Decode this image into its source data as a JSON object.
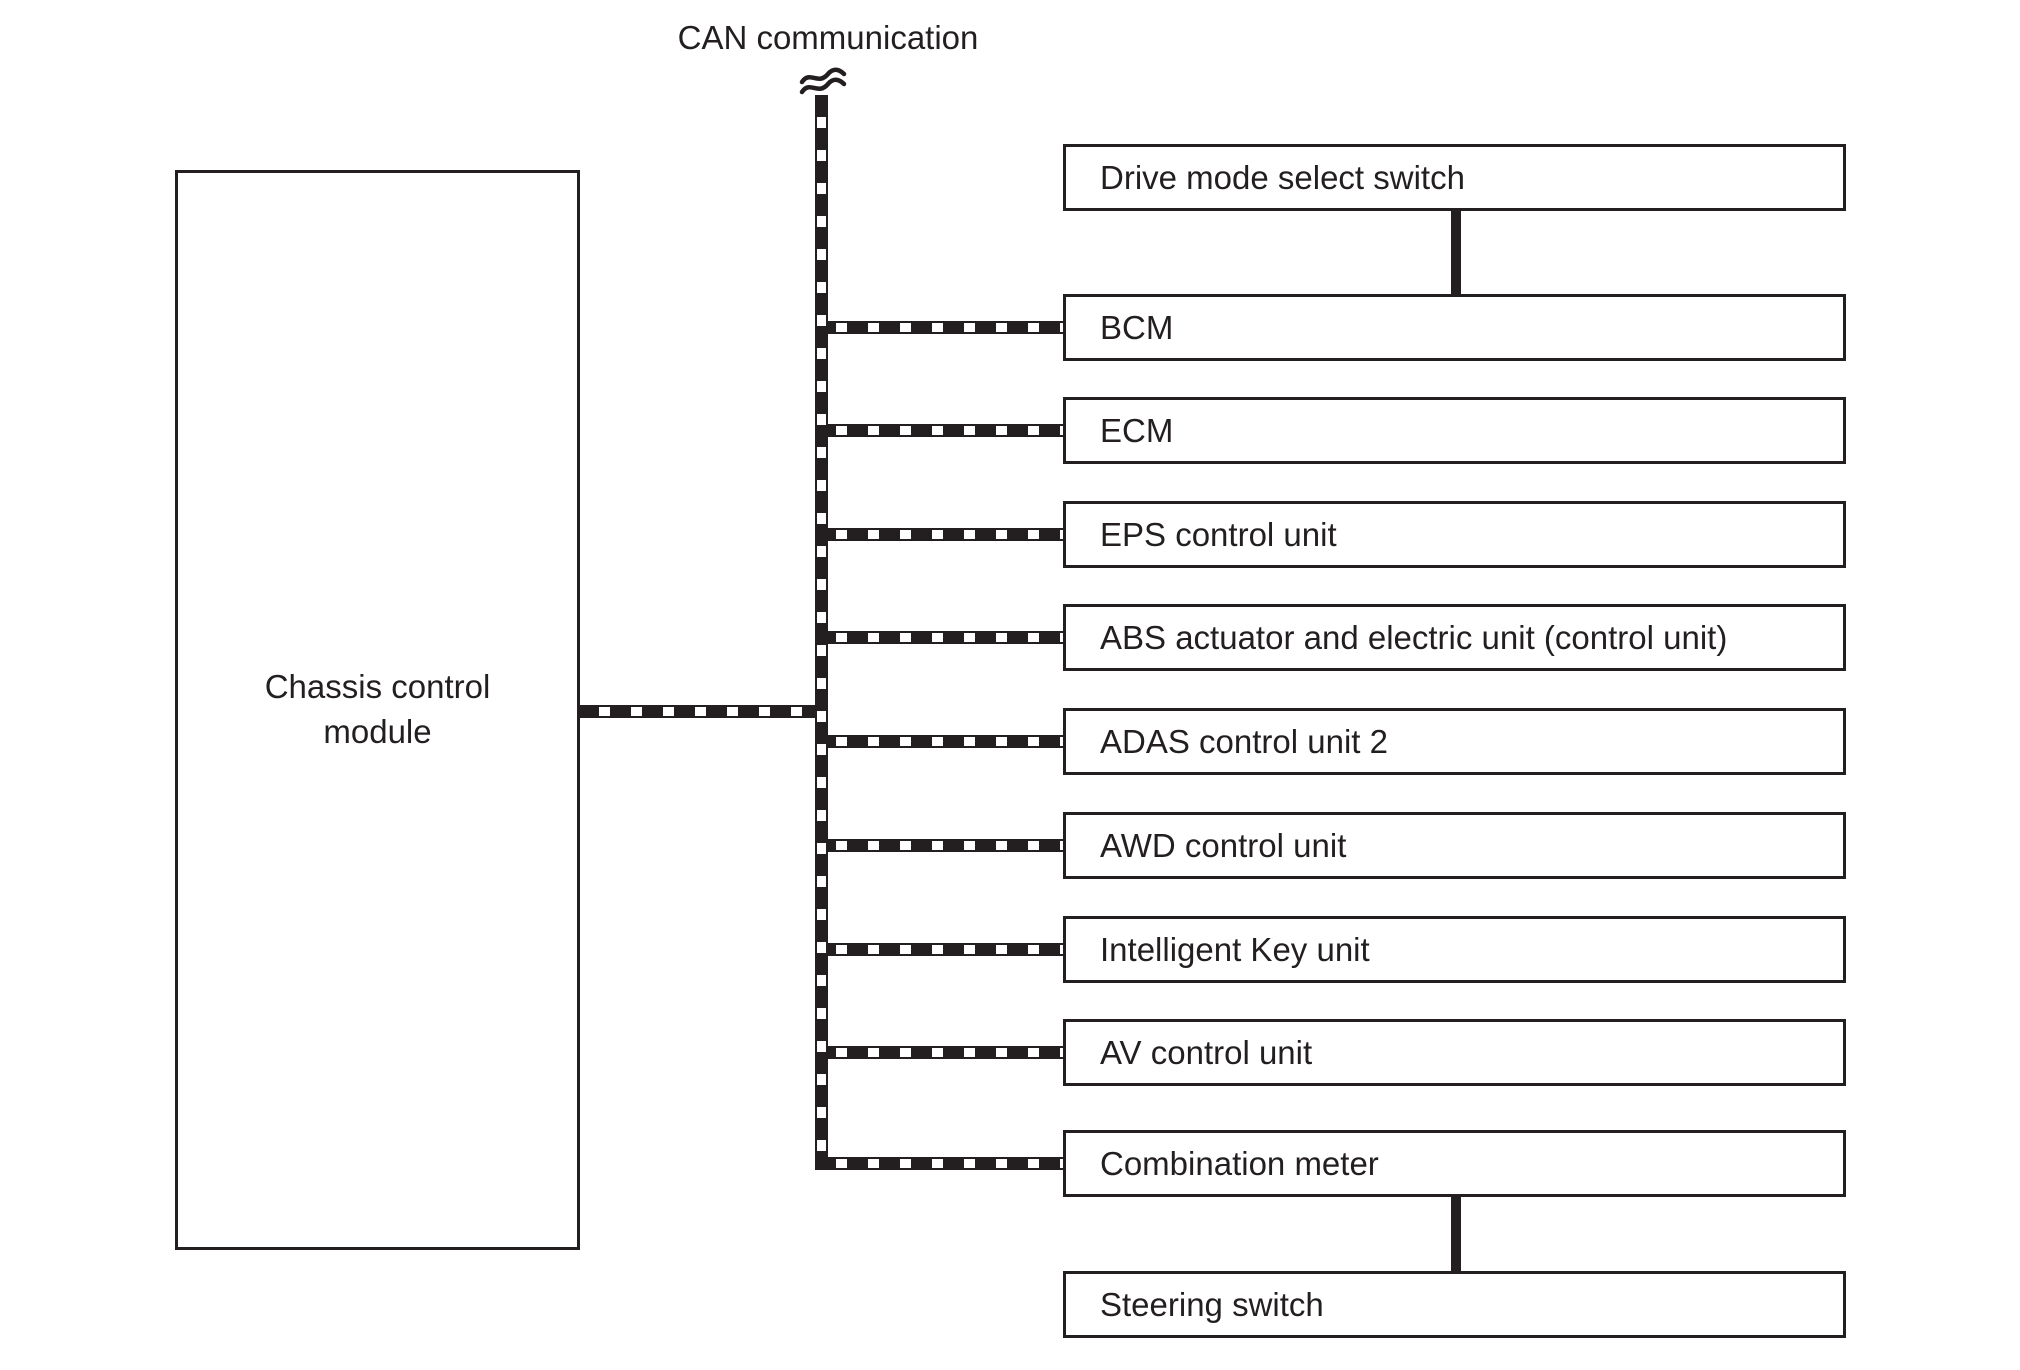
{
  "page": {
    "background_color": "#ffffff",
    "ink_color": "#231f20"
  },
  "diagram": {
    "bus_label": "CAN communication",
    "left_module": "Chassis control module",
    "nodes": [
      "Drive mode select switch",
      "BCM",
      "ECM",
      "EPS control unit",
      "ABS actuator and electric unit (control unit)",
      "ADAS control unit 2",
      "AWD control unit",
      "Intelligent Key unit",
      "AV control unit",
      "Combination meter",
      "Steering switch"
    ],
    "connections": {
      "can_bus_branches": [
        "BCM",
        "ECM",
        "EPS control unit",
        "ABS actuator and electric unit (control unit)",
        "ADAS control unit 2",
        "AWD control unit",
        "Intelligent Key unit",
        "AV control unit",
        "Combination meter"
      ],
      "solid_links": [
        {
          "from": "Drive mode select switch",
          "to": "BCM"
        },
        {
          "from": "Combination meter",
          "to": "Steering switch"
        }
      ],
      "chassis_to_bus": {
        "from": "Chassis control module",
        "to": "CAN bus"
      }
    }
  }
}
